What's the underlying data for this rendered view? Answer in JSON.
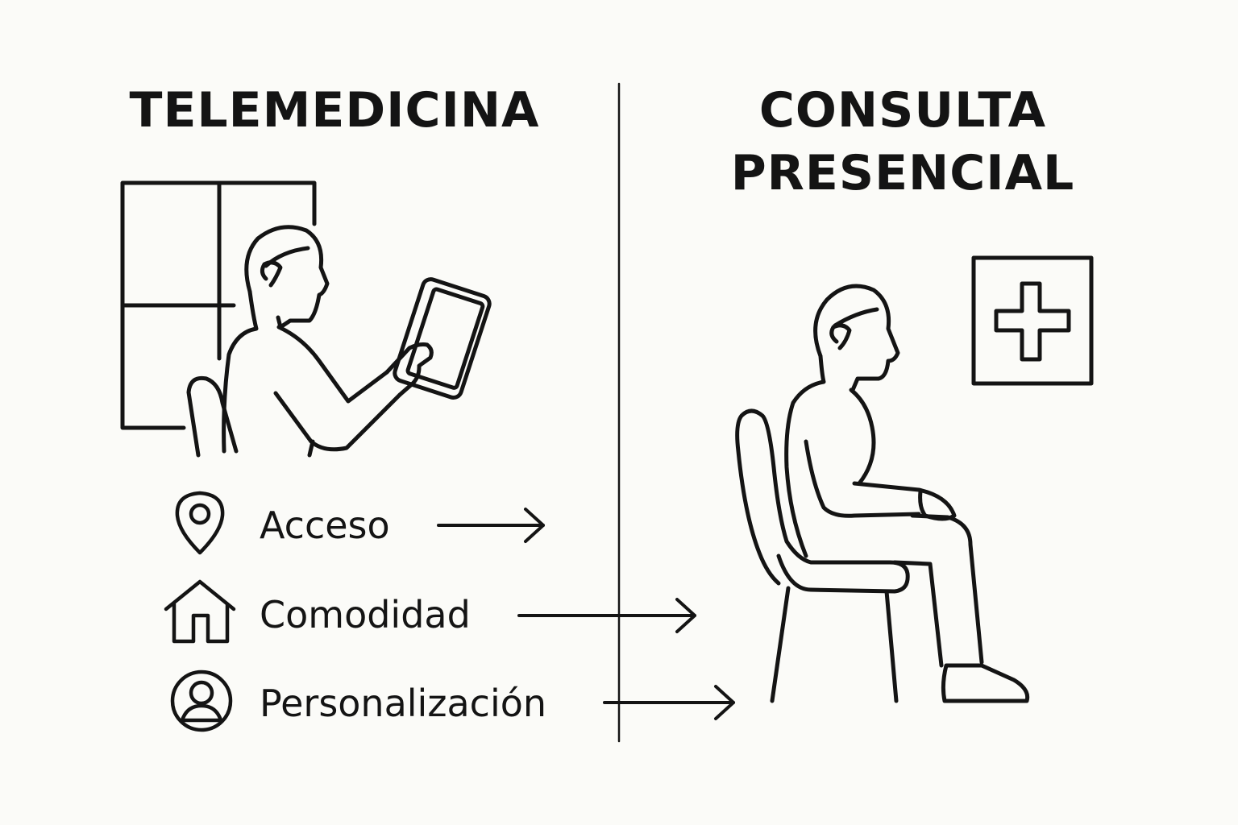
{
  "left_panel": {
    "title": "TELEMEDICINA",
    "benefits": [
      {
        "label": "Acceso",
        "icon": "location-pin-icon"
      },
      {
        "label": "Comodidad",
        "icon": "home-icon"
      },
      {
        "label": "Personalización",
        "icon": "user-profile-icon"
      }
    ]
  },
  "right_panel": {
    "title_line1": "CONSULTA",
    "title_line2": "PRESENCIAL"
  },
  "colors": {
    "background": "#fbfbf8",
    "ink": "#141414"
  }
}
